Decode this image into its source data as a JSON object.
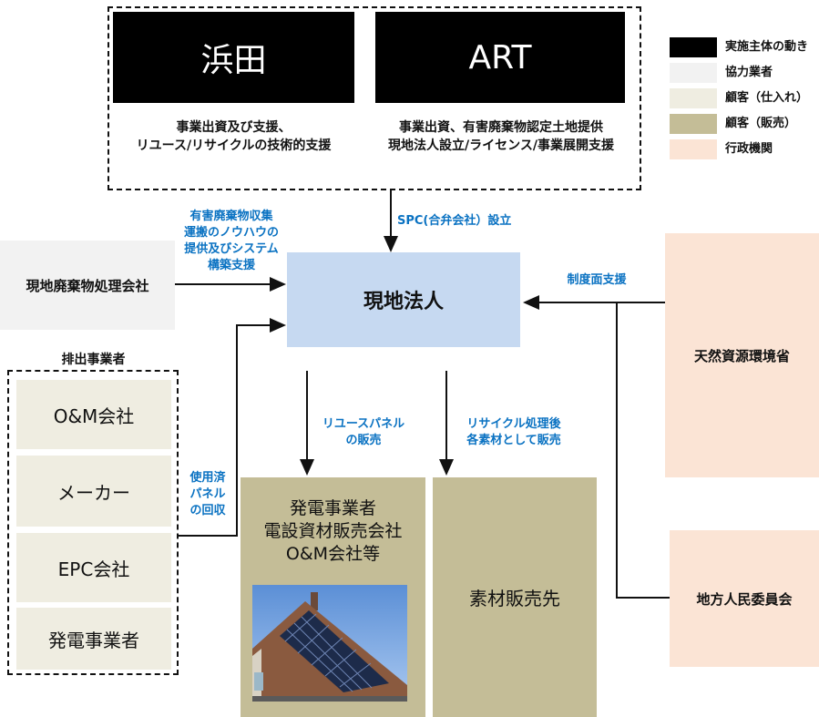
{
  "top_group": {
    "hamada": {
      "label": "浜田",
      "desc_line1": "事業出資及び支援、",
      "desc_line2": "リユース/リサイクルの技術的支援"
    },
    "art": {
      "label": "ART",
      "desc_line1": "事業出資、有害廃棄物認定土地提供",
      "desc_line2": "現地法人設立/ライセンス/事業展開支援"
    }
  },
  "legend": [
    {
      "label": "実施主体の動き",
      "color": "#000000"
    },
    {
      "label": "協力業者",
      "color": "#f2f2f2"
    },
    {
      "label": "顧客（仕入れ）",
      "color": "#efede1"
    },
    {
      "label": "顧客（販売）",
      "color": "#c4bd97"
    },
    {
      "label": "行政機関",
      "color": "#fbe4d5"
    }
  ],
  "spc_label": "SPC(合弁会社）設立",
  "waste_support": {
    "line1": "有害廃棄物収集",
    "line2": "運搬のノウハウの",
    "line3": "提供及びシステム",
    "line4": "構築支援"
  },
  "local_waste_company": "現地廃棄物処理会社",
  "local_corp": "現地法人",
  "policy_support": "制度面支援",
  "ministry": "天然資源環境省",
  "provincial": "地方人民委員会",
  "emitters": {
    "title": "排出事業者",
    "items": [
      "O&M会社",
      "メーカー",
      "EPC会社",
      "発電事業者"
    ]
  },
  "collection_label": {
    "line1": "使用済",
    "line2": "パネル",
    "line3": "の回収"
  },
  "reuse_label": {
    "line1": "リユースパネル",
    "line2": "の販売"
  },
  "recycle_label": {
    "line1": "リサイクル処理後",
    "line2": "各素材として販売"
  },
  "buyers": {
    "line1": "発電事業者",
    "line2": "電設資材販売会社",
    "line3": "O&M会社等"
  },
  "materials_buyer": "素材販売先"
}
